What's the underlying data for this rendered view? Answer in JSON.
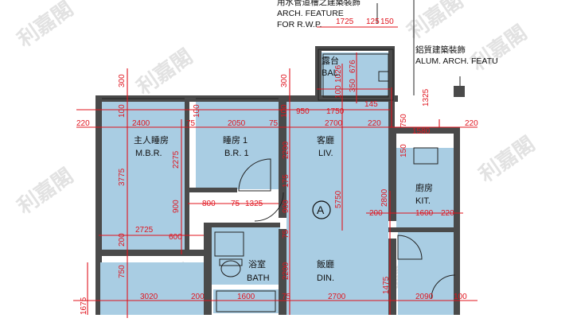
{
  "notes": {
    "arch_cn": "鋁質建築裝飾",
    "arch_en": "ALUM. ARCH. FEATU",
    "rwp_cn": "用水管道槽之建築裝飾",
    "rwp_en1": "ARCH. FEATURE",
    "rwp_en2": "FOR R.W.P."
  },
  "rooms": {
    "mbr_cn": "主人睡房",
    "mbr_en": "M.B.R.",
    "br1_cn": "睡房 1",
    "br1_en": "B.R. 1",
    "liv_cn": "客廳",
    "liv_en": "LIV.",
    "kit_cn": "廚房",
    "kit_en": "KIT.",
    "bath_cn": "浴室",
    "bath_en": "BATH",
    "din_cn": "飯廳",
    "din_en": "DIN.",
    "bal_cn": "露台",
    "bal_en": "BAL."
  },
  "unit_label": "A",
  "watermark": "利嘉閣",
  "dims": {
    "d1725": "1725",
    "d125": "125",
    "d150": "150",
    "d300a": "300",
    "d300b": "300",
    "d1026": "1026",
    "d676": "676",
    "d350": "350",
    "d145": "145",
    "d1325": "1325",
    "d100a": "100",
    "d100b": "100",
    "d100c": "100",
    "d100d": "100",
    "d950": "950",
    "d1750": "1750",
    "d750": "750",
    "d220a": "220",
    "d2400": "2400",
    "d75a": "75",
    "d2050": "2050",
    "d75b": "75",
    "d2700a": "2700",
    "d220b": "220",
    "d1580": "1580",
    "d220c": "220",
    "d2275": "2275",
    "d2200a": "2200",
    "d3775": "3775",
    "d150b": "150",
    "d800": "800",
    "d75c": "75",
    "d1325b": "1325",
    "d175": "175",
    "d900a": "900",
    "d900b": "900",
    "d5750": "5750",
    "d200a": "200",
    "d2800": "2800",
    "d1600a": "1600",
    "d220d": "220",
    "d2725": "2725",
    "d600": "600",
    "d75d": "75",
    "d200b": "200",
    "d750b": "750",
    "d2200b": "2200",
    "d1475": "1475",
    "d1675": "1675",
    "d3020": "3020",
    "d200c": "200",
    "d1600b": "1600",
    "d75e": "75",
    "d2700b": "2700",
    "d2090": "2090",
    "d100e": "100"
  }
}
